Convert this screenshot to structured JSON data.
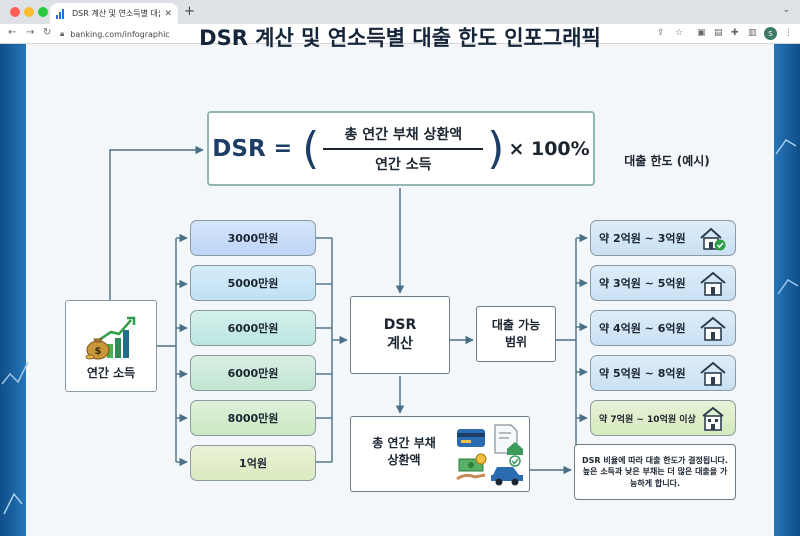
{
  "browser": {
    "tab_title": "DSR 계산 및 연소득별 대출 한도 인포그래픽",
    "url": "banking.com/infographic"
  },
  "infographic": {
    "title": "DSR 계산 및 연소득별 대출 한도 인포그래픽",
    "formula": {
      "lhs": "DSR",
      "equals": "=",
      "numerator": "총 연간 부채 상환액",
      "denominator": "연간 소득",
      "multiplier": "× 100%"
    },
    "income_label": "연간 소득",
    "income_levels": [
      "3000만원",
      "5000만원",
      "6000만원",
      "6000만원",
      "8000만원",
      "1억원"
    ],
    "calc_label_line1": "DSR",
    "calc_label_line2": "계산",
    "range_label_line1": "대출 가능",
    "range_label_line2": "범위",
    "debt_label_line1": "총 연간 부채",
    "debt_label_line2": "상환액",
    "limit_title": "대출 한도 (예시)",
    "limits": [
      "약 2억원 ~ 3억원",
      "약 3억원 ~ 5억원",
      "약 4억원 ~ 6억원",
      "약 5억원 ~ 8억원",
      "약 7억원 ~ 10억원 이상"
    ],
    "note": "DSR 비율에 따라 대출 한도가 결정됩니다. 높은 소득과 낮은 부채는 더 많은 대출을 가능하게 합니다."
  },
  "colors": {
    "accent": "#1c3e66",
    "arrow": "#4a7088",
    "side_blue": "#1f6fb5"
  },
  "icons": [
    "money-bag-growth-icon",
    "credit-card-icon",
    "document-house-icon",
    "cash-hand-icon",
    "car-icon",
    "house-icon",
    "house-check-icon",
    "building-icon"
  ]
}
